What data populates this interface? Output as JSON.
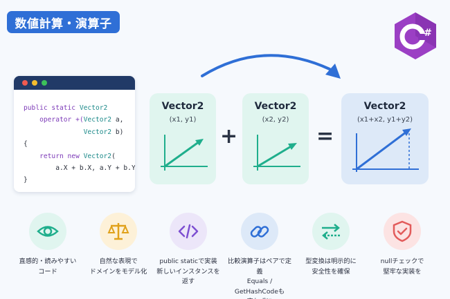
{
  "header": {
    "title": "数値計算・演算子"
  },
  "logo": {
    "name": "csharp-logo",
    "color": "#9b3fc4",
    "letter": "C",
    "mark": "#"
  },
  "code_window": {
    "lines": [
      [
        "public static ",
        "Vector2"
      ],
      [
        "    operator +(",
        "Vector2",
        " a,"
      ],
      [
        "               ",
        "Vector2",
        " b)"
      ],
      [
        "{"
      ],
      [
        "    return new ",
        "Vector2",
        "("
      ],
      [
        "        a.X + b.X, a.Y + b.Y);"
      ],
      [
        "}"
      ]
    ]
  },
  "cards": [
    {
      "title": "Vector2",
      "sub": "(x1, y1)",
      "color": "#1fae8c"
    },
    {
      "title": "Vector2",
      "sub": "(x2, y2)",
      "color": "#1fae8c"
    },
    {
      "title": "Vector2",
      "sub": "(x1+x2, y1+y2)",
      "color": "#2f6fd6"
    }
  ],
  "operators": {
    "plus": "+",
    "equals": "="
  },
  "features": [
    {
      "icon": "eye-icon",
      "label": "直感的・読みやすい\nコード",
      "bg": "#e0f5ef",
      "fg": "#1fae8c"
    },
    {
      "icon": "scale-icon",
      "label": "自然な表現で\nドメインをモデル化",
      "bg": "#fdf1d8",
      "fg": "#e0a11a"
    },
    {
      "icon": "code-icon",
      "label": "public staticで実装\n新しいインスタンスを返す",
      "bg": "#ece6f9",
      "fg": "#7d4fd1"
    },
    {
      "icon": "link-icon",
      "label": "比較演算子はペアで定義\nEquals / GetHashCodeも\n忘れずに",
      "bg": "#dde9f8",
      "fg": "#2f6fd6"
    },
    {
      "icon": "swap-arrows-icon",
      "label": "型変換は明示的に\n安全性を確保",
      "bg": "#e0f5ef",
      "fg": "#1fae8c"
    },
    {
      "icon": "shield-check-icon",
      "label": "nullチェックで\n堅牢な実装を",
      "bg": "#fce3e3",
      "fg": "#e25b5b"
    }
  ]
}
